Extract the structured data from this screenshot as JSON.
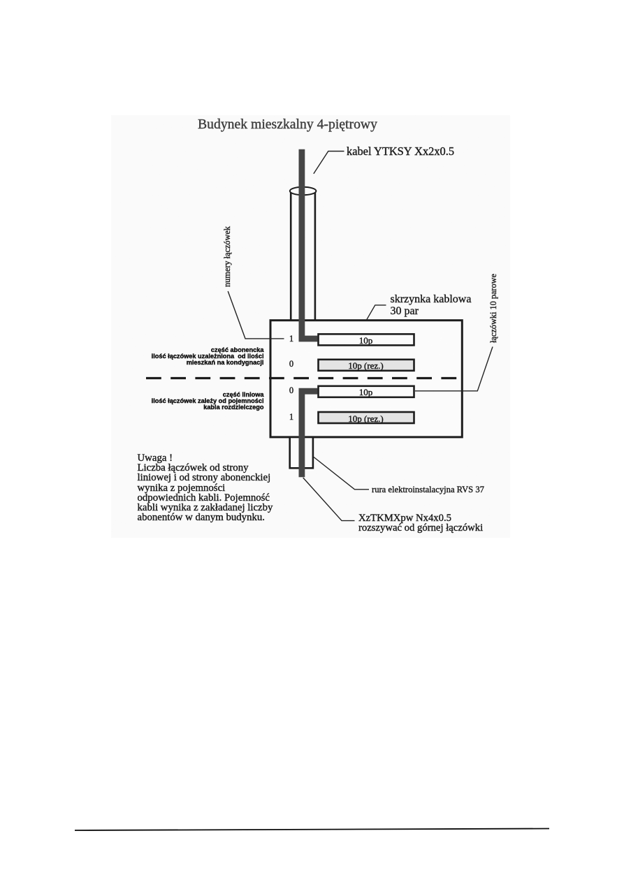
{
  "page": {
    "title": "Budynek mieszkalny 4-piętrowy"
  },
  "diagram": {
    "cable_top_label": "kabel YTKSY Xx2x0.5",
    "connector_numbers_label": "numery łączówek",
    "box_label_line1": "skrzynka kablowa",
    "box_label_line2": "30 par",
    "connectors_right_label": "łączówki 10 parowe",
    "conduit_label": "rura elektroinstalacyjna RVS 37",
    "cable_bottom_label_line1": "XzTKMXpw Nx4x0.5",
    "cable_bottom_label_line2": "rozszywać od górnej łączówki",
    "subscriber_section": {
      "line1": "część abonencka",
      "line2": "ilość łączówek uzależniona  od ilości",
      "line3": "mieszkań na kondygnacji"
    },
    "line_section": {
      "line1": "część liniowa",
      "line2": "ilość łączówek zależy od pojemności",
      "line3": "kabla rozdzielczego"
    },
    "rows": [
      {
        "number": "1",
        "label": "10p"
      },
      {
        "number": "0",
        "label": "10p (rez.)"
      },
      {
        "number": "0",
        "label": "10p"
      },
      {
        "number": "1",
        "label": "10p (rez.)"
      }
    ],
    "note_lines": [
      "Uwaga !",
      "Liczba łączówek od strony",
      "liniowej i od strony abonenckiej",
      "wynika z pojemności",
      "odpowiednich kabli. Pojemność",
      "kabli wynika z zakładanej liczby",
      "abonentów w danym budynku."
    ],
    "colors": {
      "ink": "#141414",
      "cable": "#3e3e3e",
      "reserved_fill": "#e7e7e7"
    }
  }
}
